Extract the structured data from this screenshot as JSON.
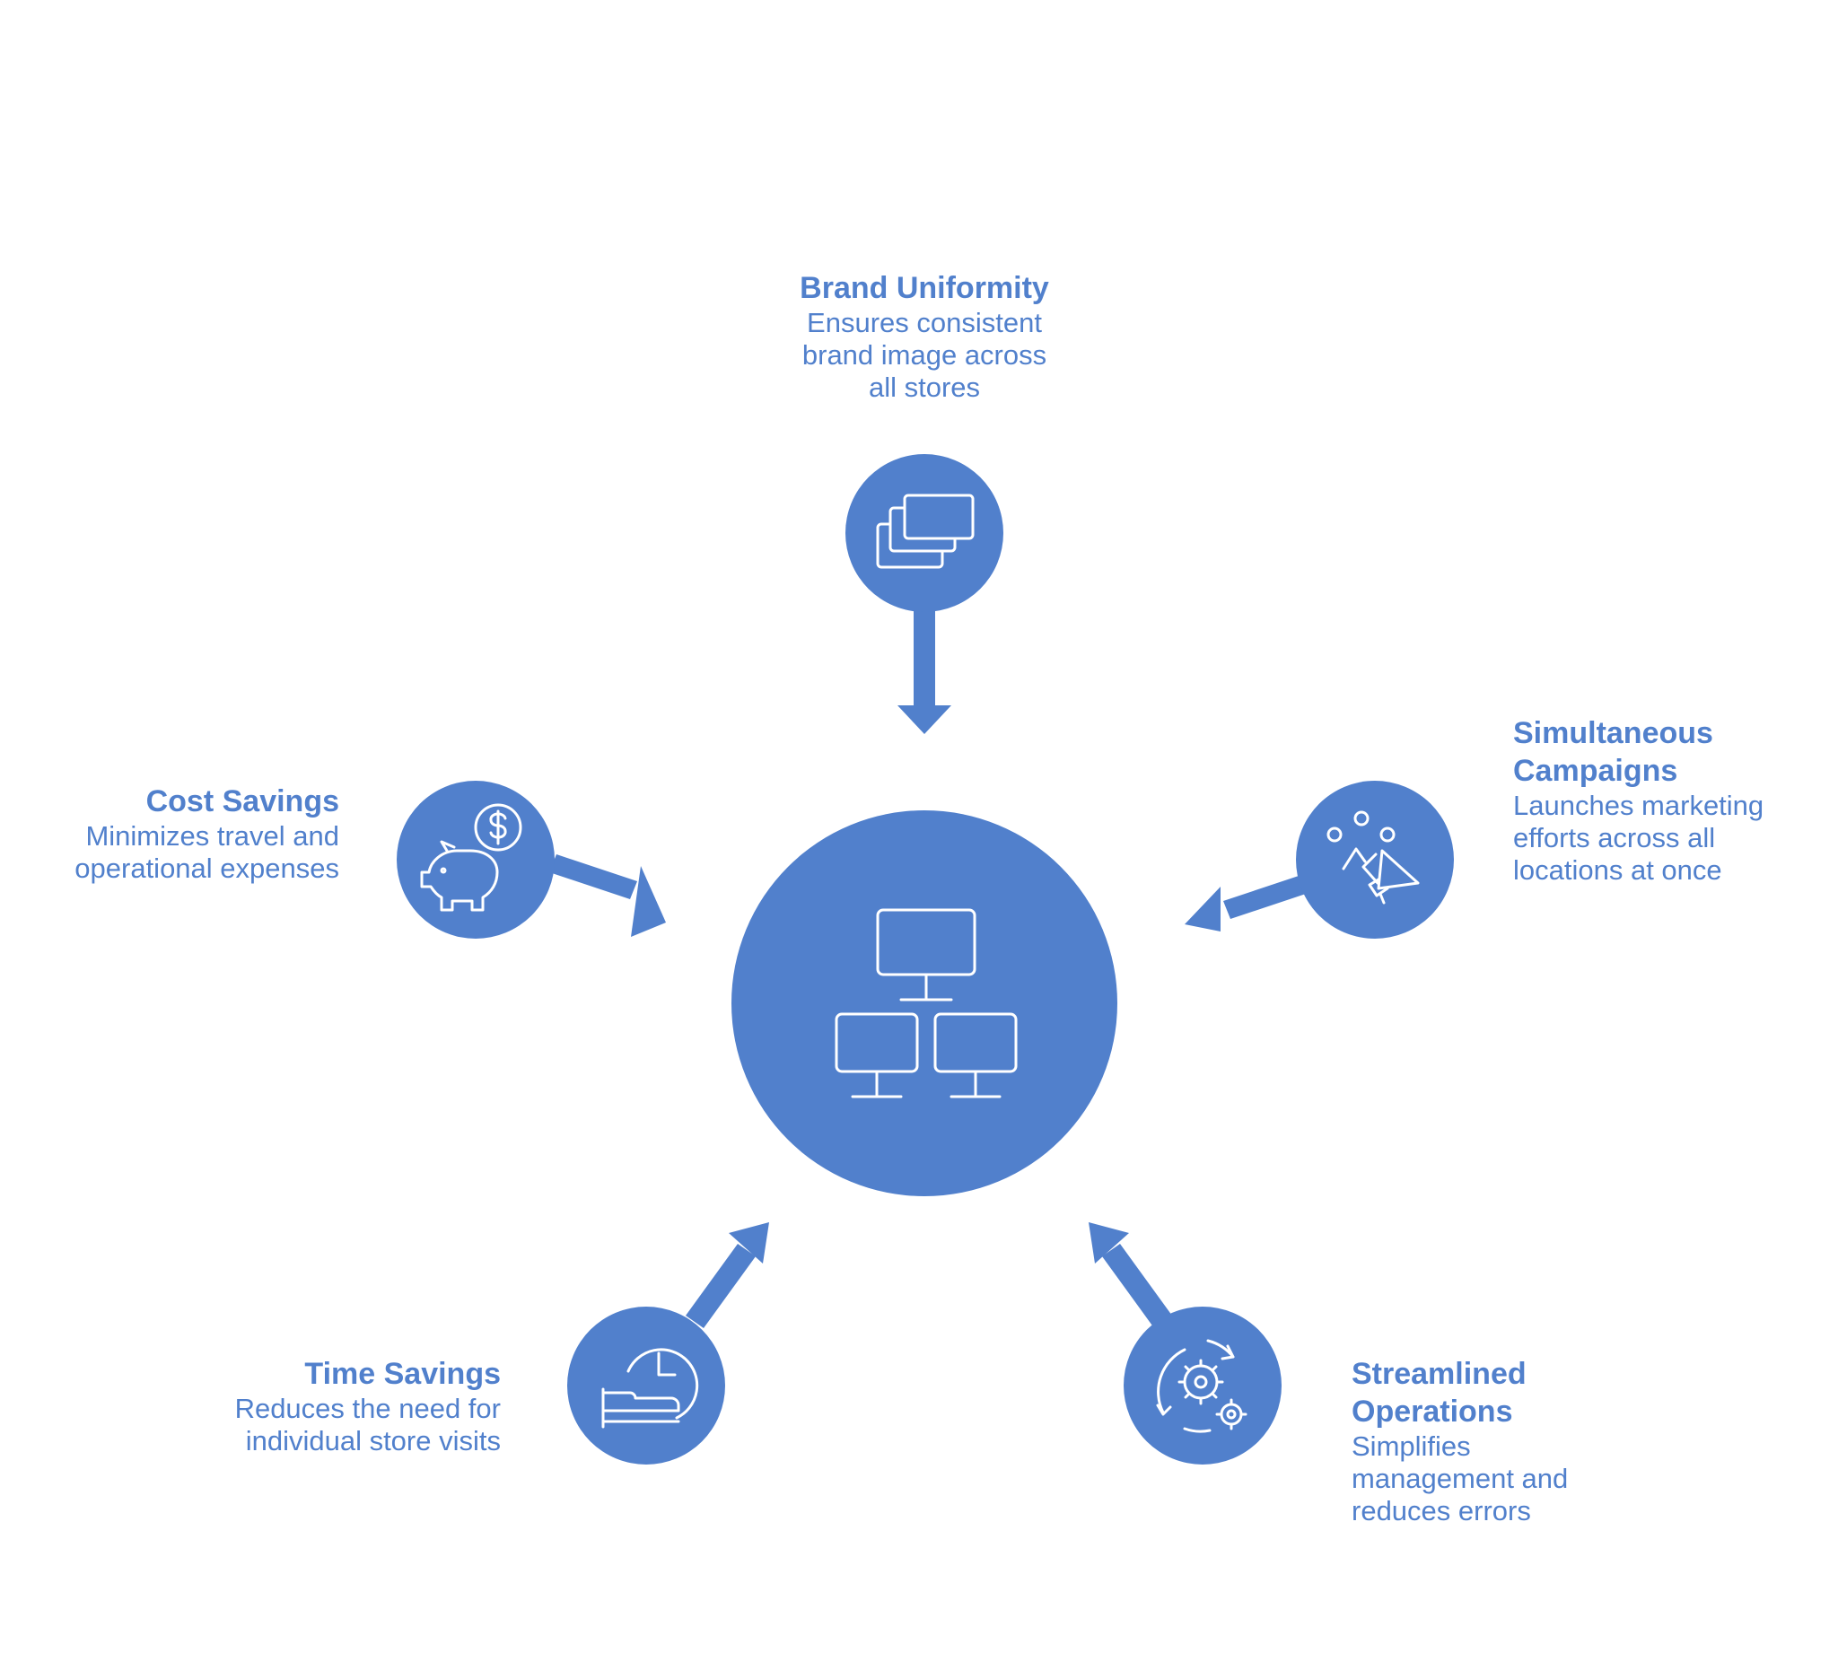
{
  "colors": {
    "accent": "#5180CC",
    "icon_stroke": "#ffffff",
    "background": "#ffffff"
  },
  "hub": {
    "icon": "network-computers-icon"
  },
  "nodes": [
    {
      "id": "brand-uniformity",
      "icon": "stacked-screens-icon",
      "title": "Brand Uniformity",
      "description": "Ensures consistent\nbrand image across\nall stores"
    },
    {
      "id": "simultaneous-campaigns",
      "icon": "megaphone-people-icon",
      "title": "Simultaneous\nCampaigns",
      "description": "Launches marketing\nefforts across all\nlocations at once"
    },
    {
      "id": "streamlined-operations",
      "icon": "gears-cycle-icon",
      "title": "Streamlined\nOperations",
      "description": "Simplifies\nmanagement and\nreduces errors"
    },
    {
      "id": "time-savings",
      "icon": "clock-hand-icon",
      "title": "Time Savings",
      "description": "Reduces the need for\nindividual store visits"
    },
    {
      "id": "cost-savings",
      "icon": "piggy-bank-dollar-icon",
      "title": "Cost Savings",
      "description": "Minimizes travel and\noperational expenses"
    }
  ]
}
